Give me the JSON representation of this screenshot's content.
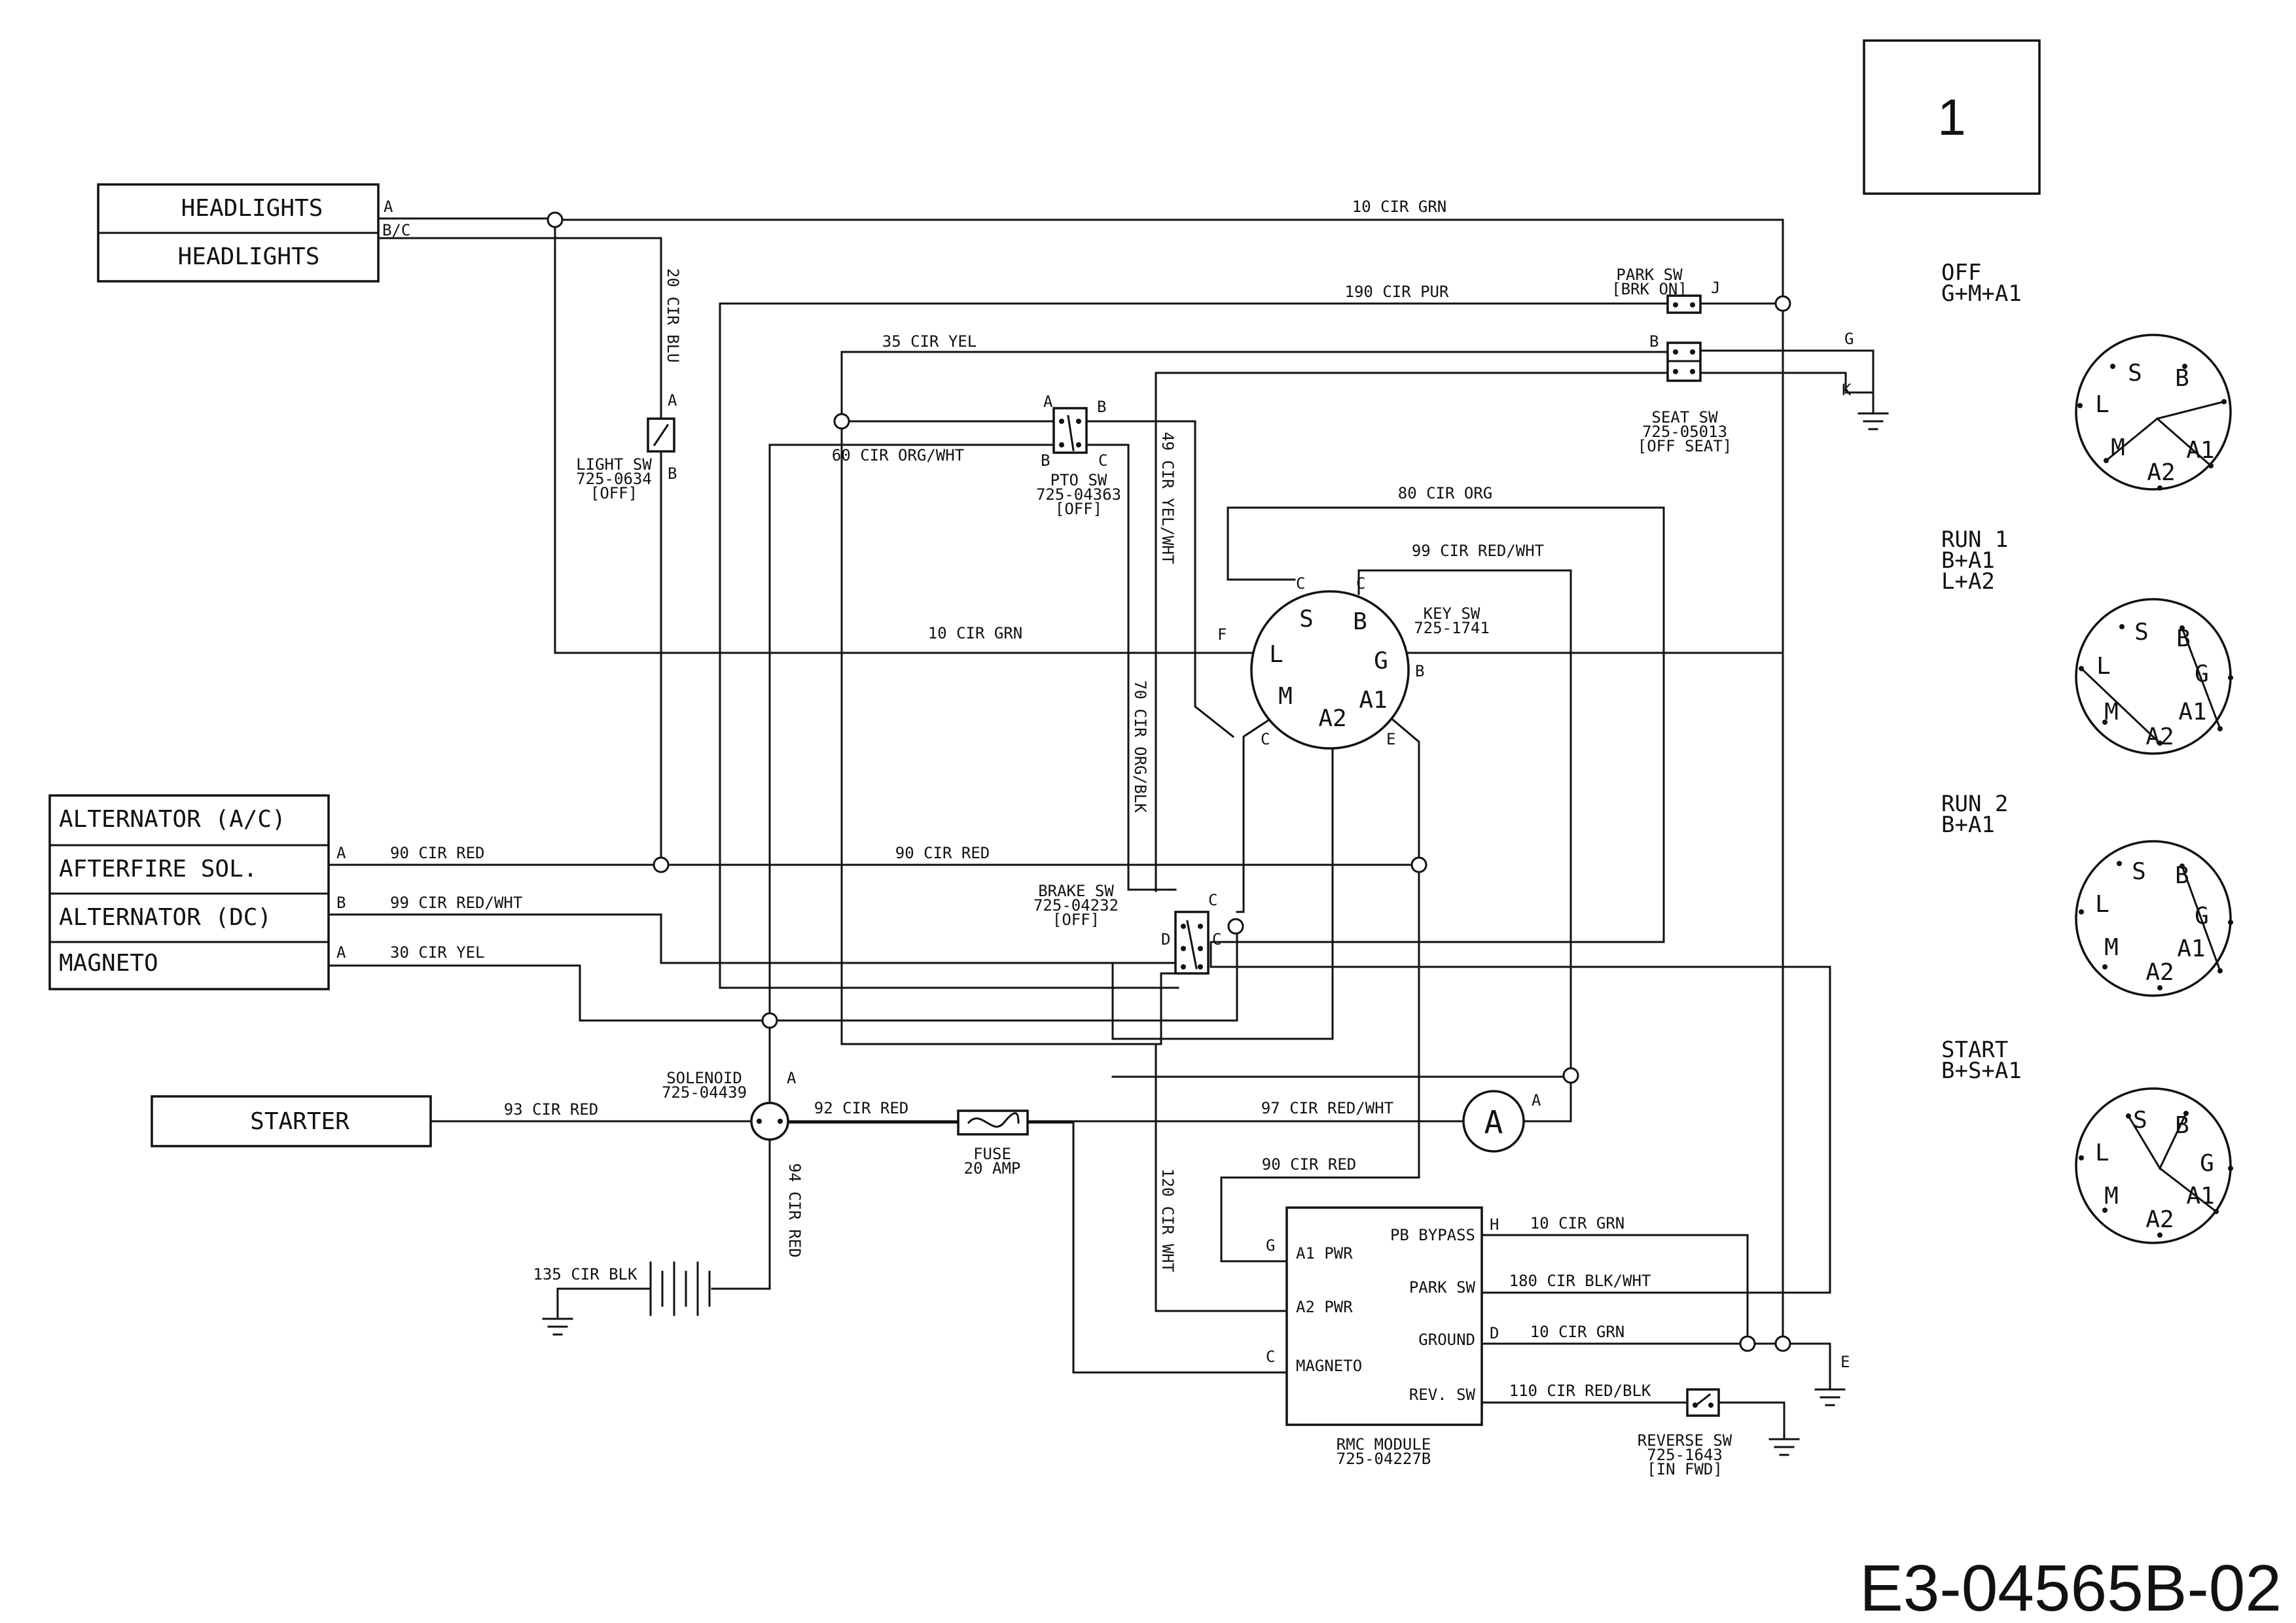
{
  "page_number": "1",
  "drawing_number": "E3-04565B-02",
  "components": {
    "headlights_1": "HEADLIGHTS",
    "headlights_2": "HEADLIGHTS",
    "alternator_ac": "ALTERNATOR (A/C)",
    "afterfire_sol": "AFTERFIRE SOL.",
    "alternator_dc": "ALTERNATOR (DC)",
    "magneto": "MAGNETO",
    "starter": "STARTER"
  },
  "switches": {
    "light_sw": [
      "LIGHT SW",
      "725-0634",
      "[OFF]"
    ],
    "pto_sw": [
      "PTO SW",
      "725-04363",
      "[OFF]"
    ],
    "park_sw": [
      "PARK SW",
      "[BRK ON]"
    ],
    "seat_sw": [
      "SEAT SW",
      "725-05013",
      "[OFF SEAT]"
    ],
    "key_sw": [
      "KEY SW",
      "725-1741"
    ],
    "brake_sw": [
      "BRAKE SW",
      "725-04232",
      "[OFF]"
    ],
    "solenoid": [
      "SOLENOID",
      "725-04439"
    ],
    "fuse": [
      "FUSE",
      "20 AMP"
    ],
    "reverse_sw": [
      "REVERSE SW",
      "725-1643",
      "[IN FWD]"
    ],
    "rmc_module": [
      "RMC MODULE",
      "725-04227B"
    ]
  },
  "rmc_terminals": [
    "PB BYPASS",
    "A1 PWR",
    "PARK SW",
    "A2 PWR",
    "GROUND",
    "MAGNETO",
    "REV. SW"
  ],
  "key_terminals": [
    "S",
    "B",
    "L",
    "G",
    "M",
    "A2",
    "A1"
  ],
  "wires": {
    "w10_grn_top": "10 CIR GRN",
    "w190_pur": "190 CIR PUR",
    "w20_blu": "20 CIR BLU",
    "w35_yel": "35 CIR YEL",
    "w60_orgwht": "60 CIR ORG/WHT",
    "w49_yelwht": "49 CIR YEL/WHT",
    "w80_org": "80 CIR ORG",
    "w99_redwht_top": "99 CIR RED/WHT",
    "w10_grn_mid": "10 CIR GRN",
    "w70_orgblk": "70 CIR ORG/BLK",
    "w90_red_a": "90 CIR RED",
    "w90_red_b": "90 CIR RED",
    "w99_redwht_b": "99 CIR RED/WHT",
    "w30_yel": "30 CIR YEL",
    "w93_red": "93 CIR RED",
    "w92_red": "92 CIR RED",
    "w97_redwht": "97 CIR RED/WHT",
    "w94_red": "94 CIR RED",
    "w90_red_c": "90 CIR RED",
    "w120_wht": "120 CIR WHT",
    "w135_blk": "135 CIR BLK",
    "w10_grn_h": "10 CIR GRN",
    "w180_blkwht": "180 CIR BLK/WHT",
    "w10_grn_d": "10 CIR GRN",
    "w110_redblk": "110 CIR RED/BLK"
  },
  "pin_letters": {
    "hl_a": "A",
    "hl_bc": "B/C",
    "alt_a": "A",
    "alt_b": "B",
    "mag_a": "A",
    "light_a": "A",
    "light_b": "B",
    "pto_a": "A",
    "pto_b1": "B",
    "pto_b2": "B",
    "pto_c": "C",
    "park_j": "J",
    "seat_b": "B",
    "gnd_g": "G",
    "gnd_k": "K",
    "key_c1": "C",
    "key_c2": "C",
    "key_f": "F",
    "key_b": "B",
    "key_c3": "C",
    "key_e": "E",
    "brk_c1": "C",
    "brk_d": "D",
    "brk_c2": "C",
    "sol_a": "A",
    "amm_a": "A",
    "amm_sym": "A",
    "rmc_h": "H",
    "rmc_g": "G",
    "rmc_d": "D",
    "rmc_c": "C",
    "gnd_e": "E"
  },
  "key_positions": [
    {
      "name": "OFF",
      "combo": "G+M+A1"
    },
    {
      "name": "RUN 1",
      "combo": "B+A1",
      "combo2": "L+A2"
    },
    {
      "name": "RUN 2",
      "combo": "B+A1"
    },
    {
      "name": "START",
      "combo": "B+S+A1"
    }
  ],
  "dial_labels": [
    "S",
    "B",
    "L",
    "G",
    "M",
    "A1",
    "A2"
  ]
}
